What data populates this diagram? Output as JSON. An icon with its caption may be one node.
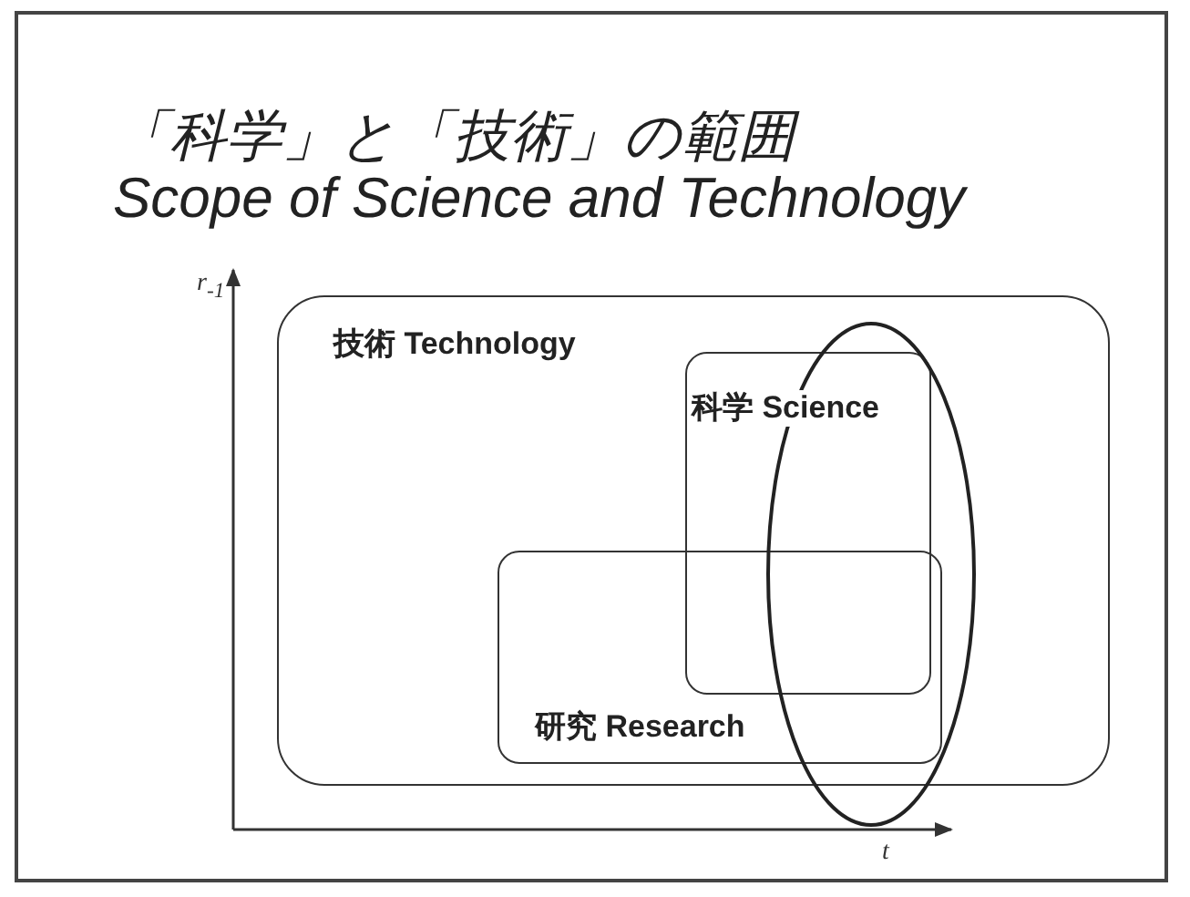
{
  "diagram": {
    "title": "「科学」と「技術」の範囲 Scope of Science and Technology",
    "nodes": [
      {
        "text": [
          "技術 Technology"
        ]
      },
      {
        "text": [
          "科学 Science"
        ],
        "in": 0
      },
      {
        "text": [
          "研究 Research"
        ],
        "in": 0
      },
      {
        "text": [],
        "shape": "ellipse"
      }
    ],
    "labels": [
      "r$_{-1}$",
      "t"
    ]
  }
}
